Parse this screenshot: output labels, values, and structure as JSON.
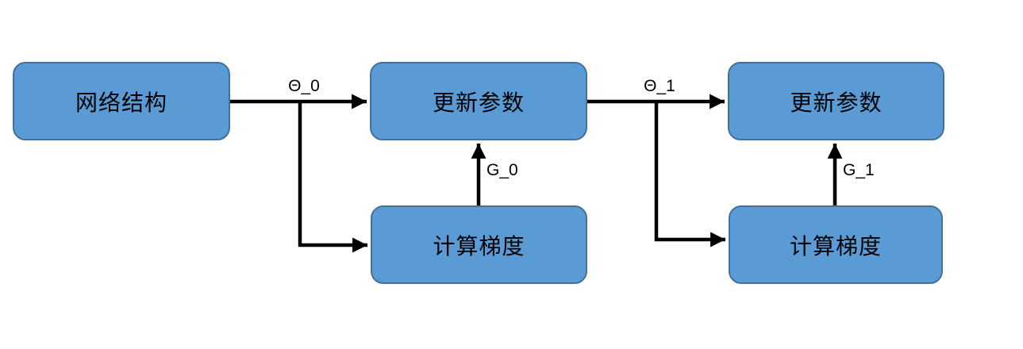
{
  "diagram": {
    "type": "flowchart",
    "background": "#ffffff",
    "node_fill": "#5b9bd5",
    "node_border": "#41719c",
    "arrow_color": "#000000",
    "nodes": [
      {
        "id": "network-structure",
        "label": "网络结构"
      },
      {
        "id": "update-params-step0",
        "label": "更新参数"
      },
      {
        "id": "compute-gradient-step0",
        "label": "计算梯度"
      },
      {
        "id": "update-params-step1",
        "label": "更新参数"
      },
      {
        "id": "compute-gradient-step1",
        "label": "计算梯度"
      }
    ],
    "edge_labels": [
      {
        "id": "theta-0",
        "text": "Θ_0"
      },
      {
        "id": "g-0",
        "text": "G_0"
      },
      {
        "id": "theta-1",
        "text": "Θ_1"
      },
      {
        "id": "g-1",
        "text": "G_1"
      }
    ]
  }
}
